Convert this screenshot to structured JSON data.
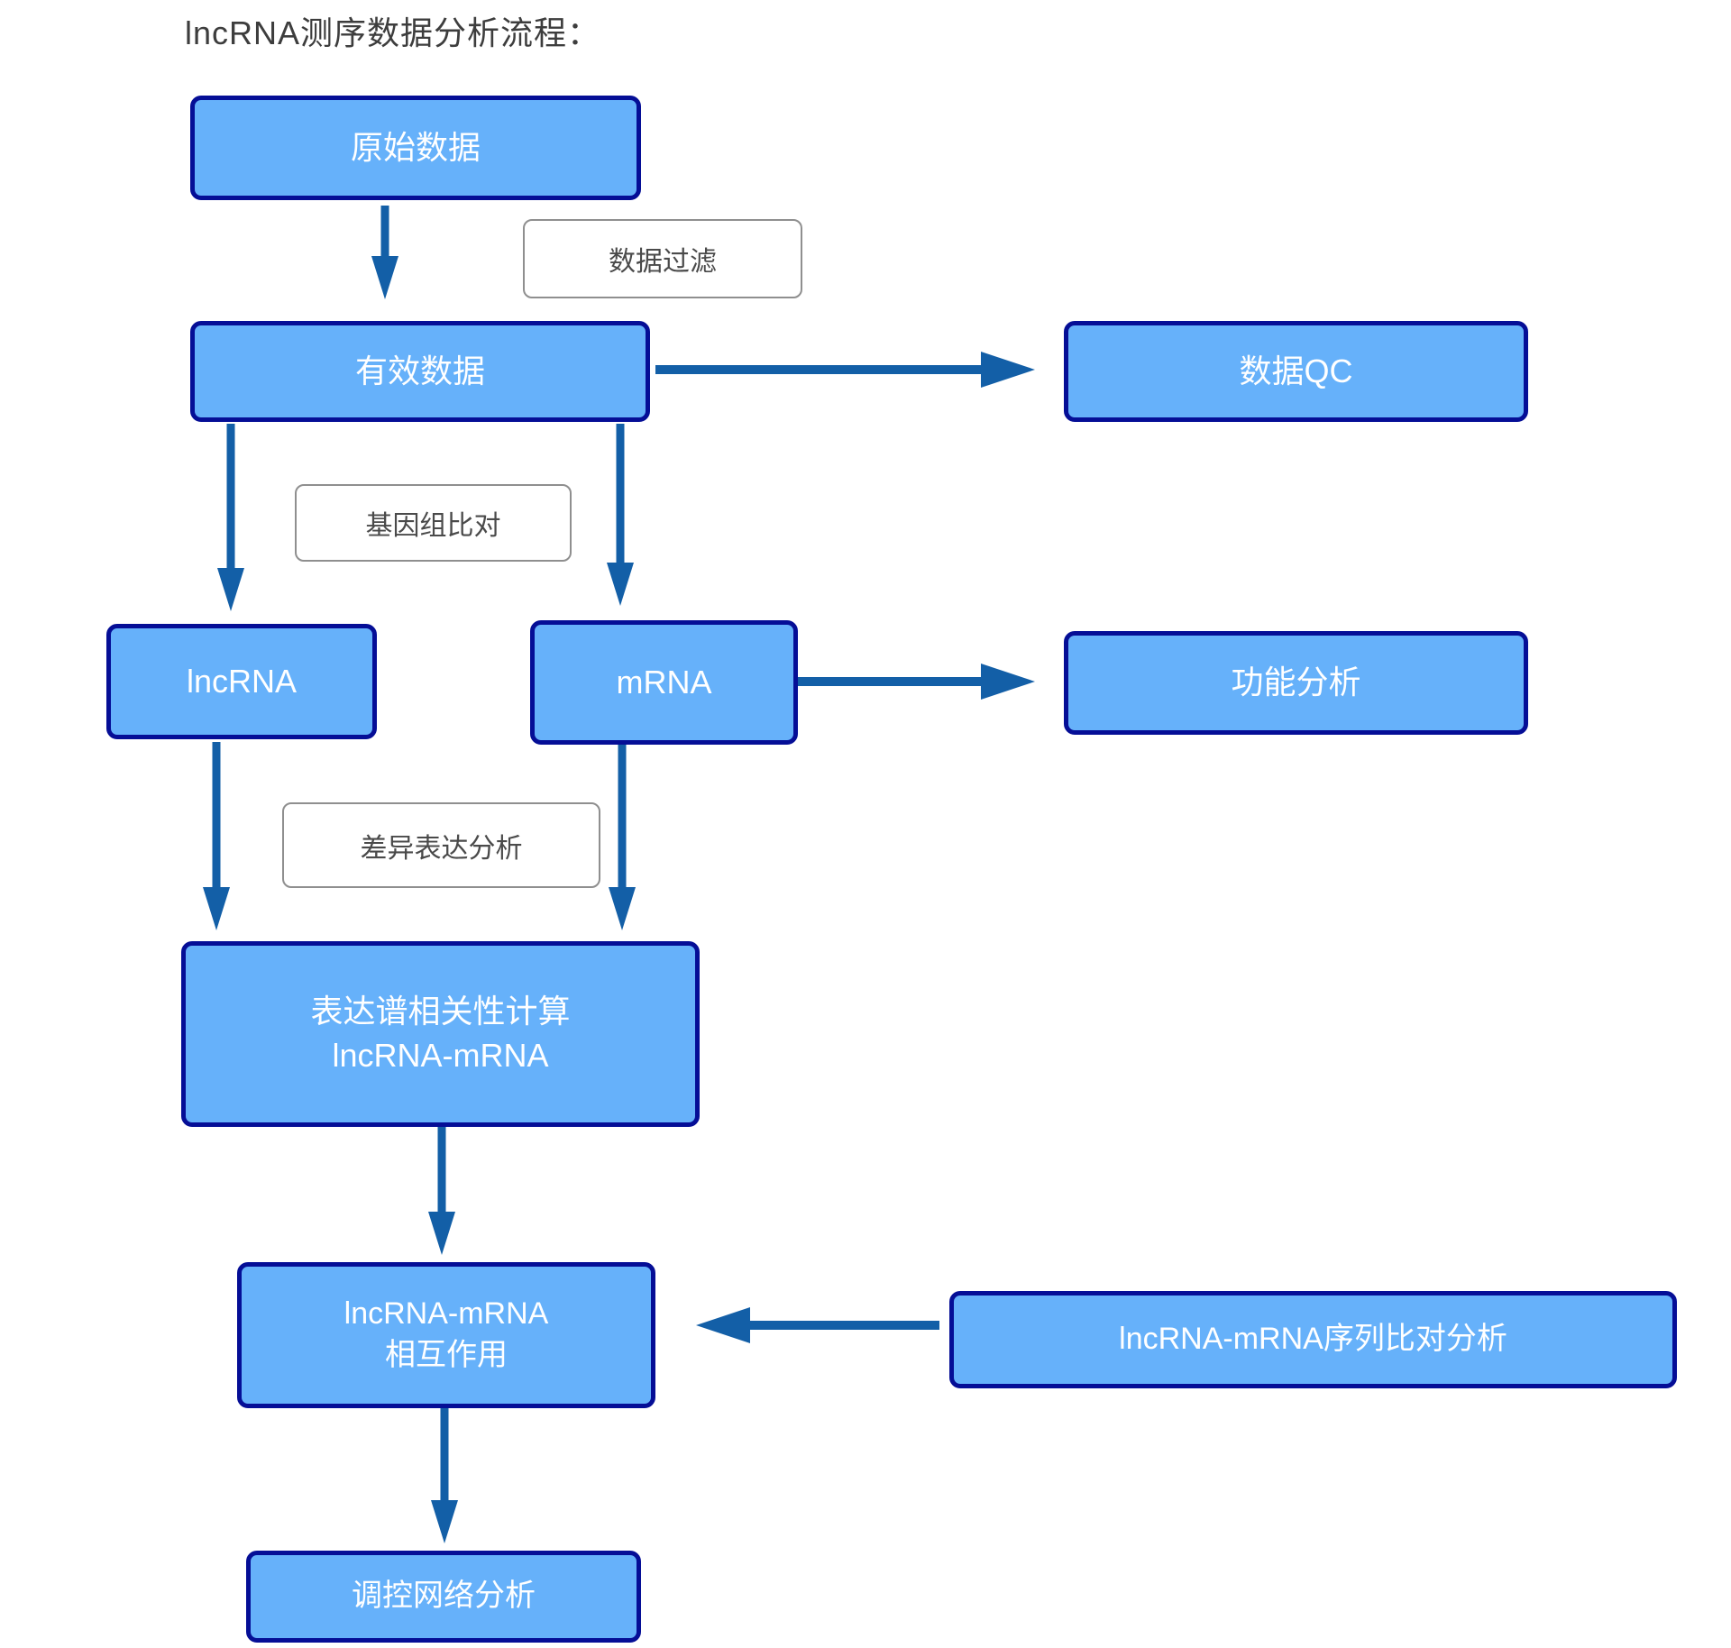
{
  "title": "lncRNA测序数据分析流程：",
  "colors": {
    "node_fill": "#66b1fa",
    "node_border": "#050e96",
    "node_text": "#ffffff",
    "arrow": "#135fa7",
    "label_border": "#8f8f8f",
    "label_text": "#4a4a4a",
    "title_text": "#3d3d3d"
  },
  "nodes": {
    "raw_data": {
      "label": "原始数据"
    },
    "valid_data": {
      "label": "有效数据"
    },
    "data_qc": {
      "label": "数据QC"
    },
    "lncrna": {
      "label": "lncRNA"
    },
    "mrna": {
      "label": "mRNA"
    },
    "func_analysis": {
      "label": "功能分析"
    },
    "corr": {
      "line1": "表达谱相关性计算",
      "line2": "lncRNA-mRNA"
    },
    "interaction": {
      "line1": "lncRNA-mRNA",
      "line2": "相互作用"
    },
    "seq_align": {
      "label": "lncRNA-mRNA序列比对分析"
    },
    "network": {
      "label": "调控网络分析"
    }
  },
  "process_labels": {
    "filter": "数据过滤",
    "genome_align": "基因组比对",
    "diff_expr": "差异表达分析"
  },
  "edges": [
    {
      "from": "原始数据",
      "to": "有效数据",
      "via": "数据过滤"
    },
    {
      "from": "有效数据",
      "to": "数据QC"
    },
    {
      "from": "有效数据",
      "to": "lncRNA",
      "via": "基因组比对"
    },
    {
      "from": "有效数据",
      "to": "mRNA",
      "via": "基因组比对"
    },
    {
      "from": "mRNA",
      "to": "功能分析"
    },
    {
      "from": "lncRNA",
      "to": "表达谱相关性计算 lncRNA-mRNA",
      "via": "差异表达分析"
    },
    {
      "from": "mRNA",
      "to": "表达谱相关性计算 lncRNA-mRNA",
      "via": "差异表达分析"
    },
    {
      "from": "表达谱相关性计算 lncRNA-mRNA",
      "to": "lncRNA-mRNA 相互作用"
    },
    {
      "from": "lncRNA-mRNA序列比对分析",
      "to": "lncRNA-mRNA 相互作用"
    },
    {
      "from": "lncRNA-mRNA 相互作用",
      "to": "调控网络分析"
    }
  ]
}
